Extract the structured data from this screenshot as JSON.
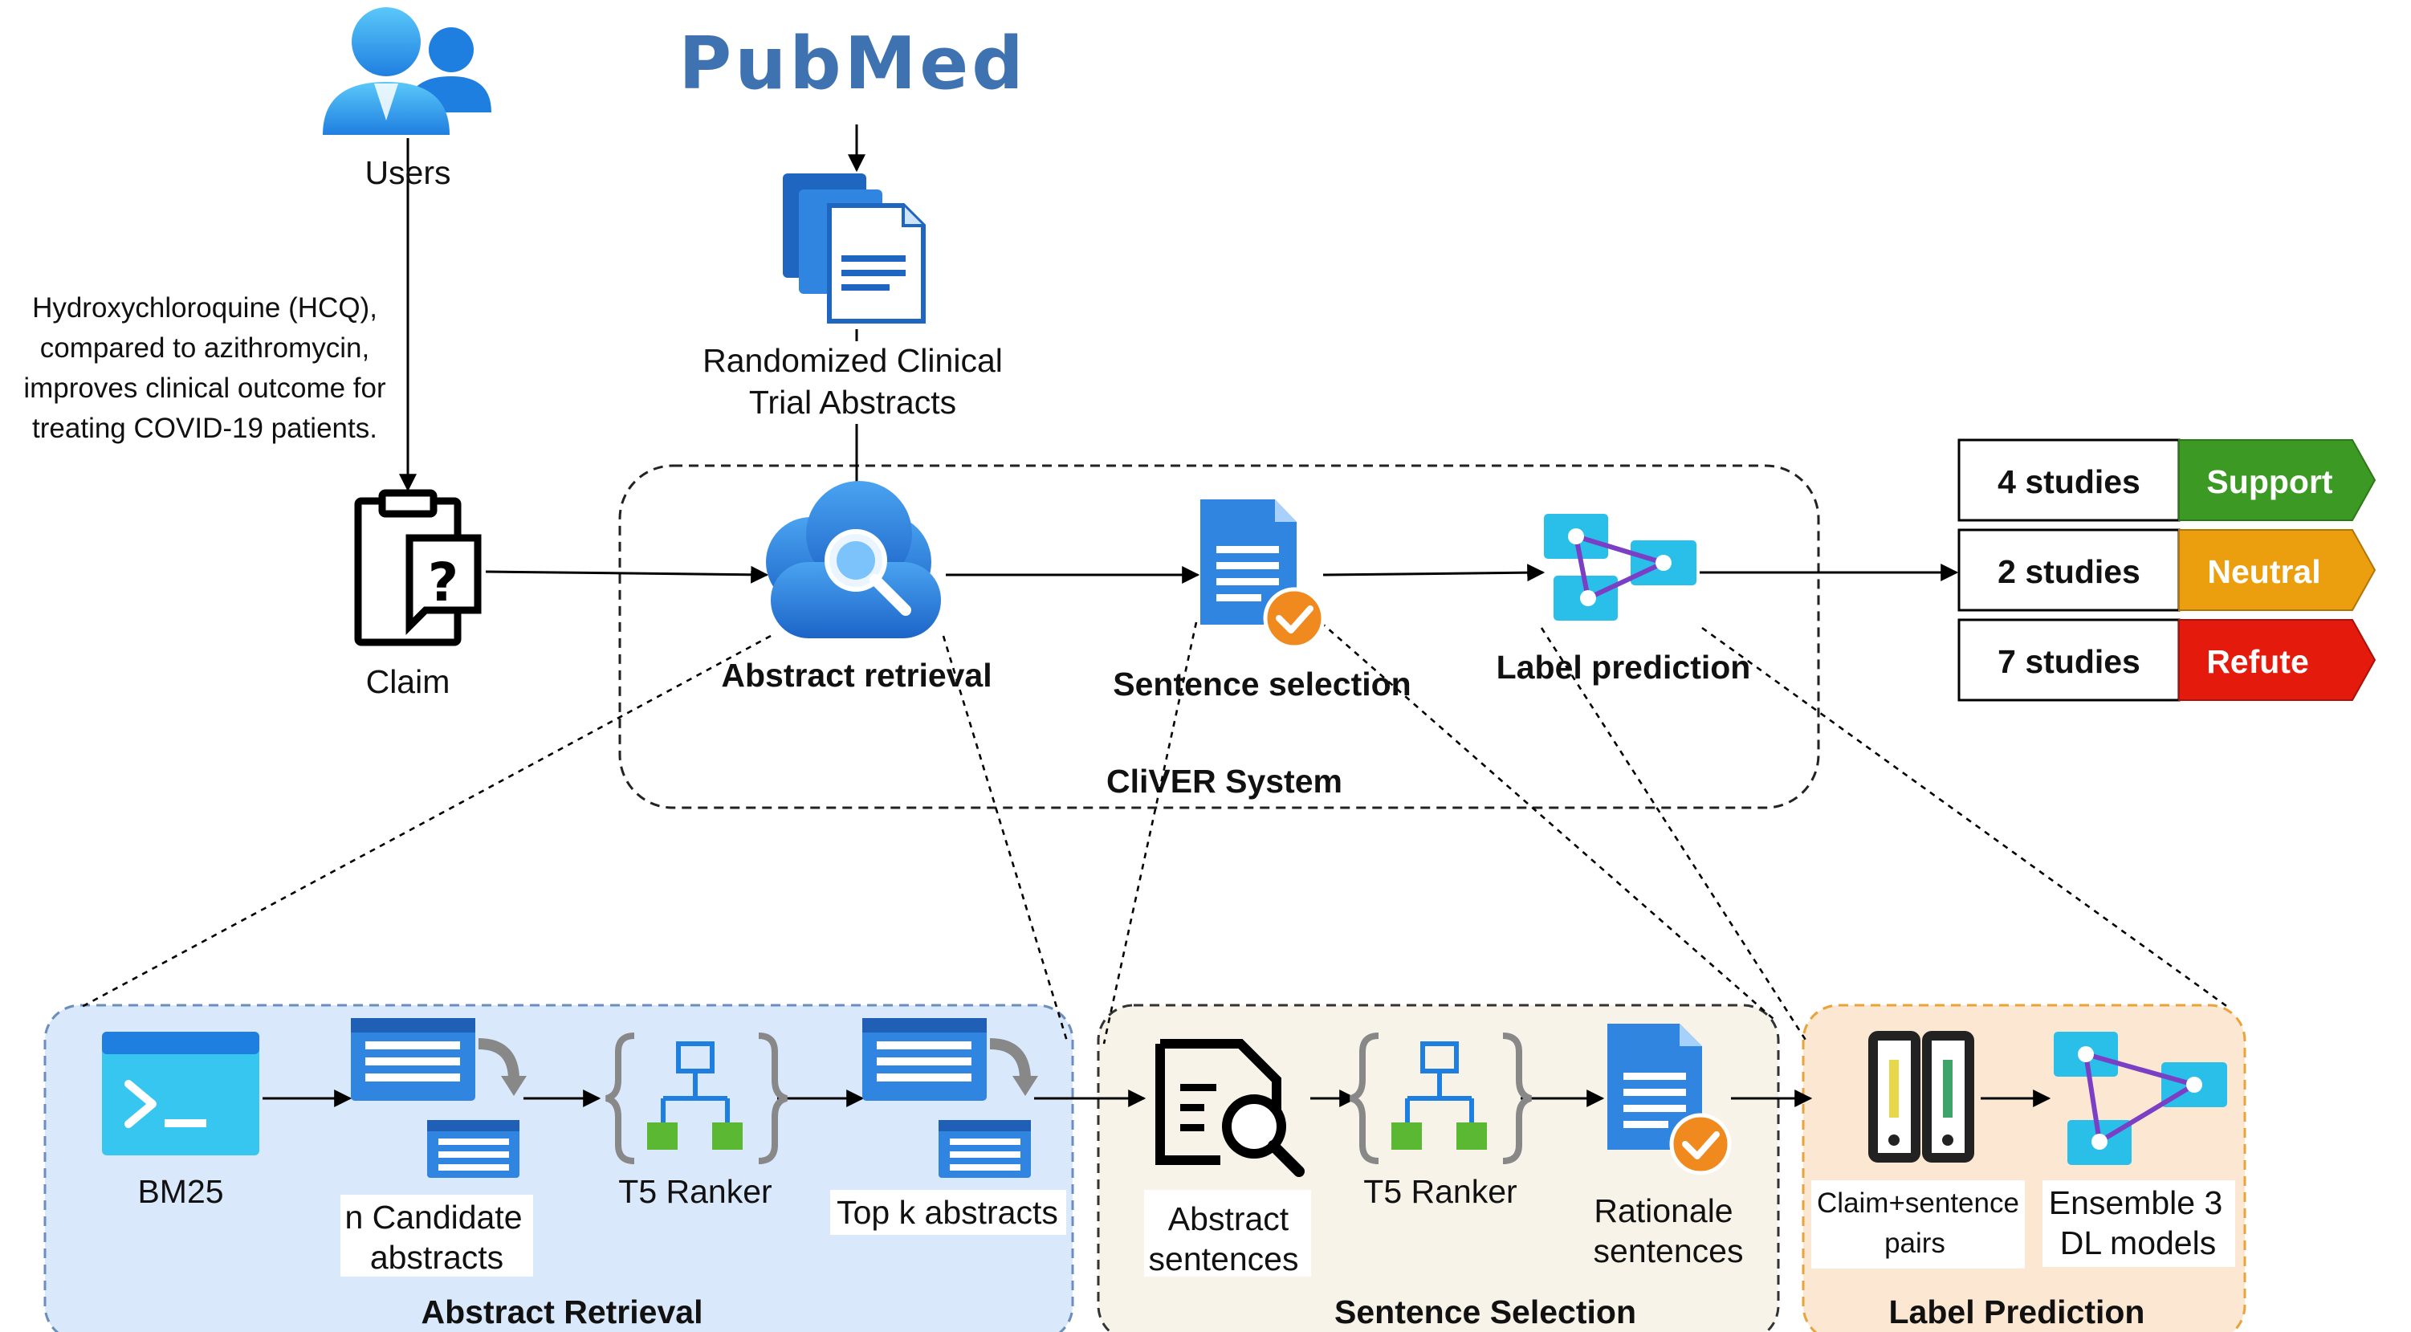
{
  "users": {
    "label": "Users"
  },
  "pubmed": {
    "logo_text": "PubMed"
  },
  "abstracts_source": {
    "line1": "Randomized Clinical",
    "line2": "Trial Abstracts"
  },
  "claim_text": {
    "line1": "Hydroxychloroquine (HCQ),",
    "line2": "compared to azithromycin,",
    "line3": "improves clinical outcome for",
    "line4": "treating COVID-19 patients."
  },
  "claim": {
    "label": "Claim"
  },
  "system": {
    "title": "CliVER System",
    "abstract_retrieval": "Abstract retrieval",
    "sentence_selection": "Sentence selection",
    "label_prediction": "Label prediction"
  },
  "results": [
    {
      "count": "4 studies",
      "label": "Support",
      "color": "#3c9a24"
    },
    {
      "count": "2 studies",
      "label": "Neutral",
      "color": "#eb9f0f"
    },
    {
      "count": "7 studies",
      "label": "Refute",
      "color": "#e31a0c"
    }
  ],
  "abstract_retrieval_panel": {
    "title": "Abstract Retrieval",
    "bm25": "BM25",
    "candidates_line1": "n Candidate",
    "candidates_line2": "abstracts",
    "ranker": "T5 Ranker",
    "topk": "Top k abstracts",
    "bg": "#dae8fc"
  },
  "sentence_selection_panel": {
    "title": "Sentence Selection",
    "abstract_sentences_line1": "Abstract",
    "abstract_sentences_line2": "sentences",
    "ranker": "T5 Ranker",
    "rationale_line1": "Rationale",
    "rationale_line2": "sentences",
    "bg": "#f7f3e9"
  },
  "label_prediction_panel": {
    "title": "Label Prediction",
    "pairs_line1": "Claim+sentence",
    "pairs_line2": "pairs",
    "ensemble_line1": "Ensemble 3",
    "ensemble_line2": "DL models",
    "bg": "#fce7d2"
  },
  "icons": {
    "users": "users-icon",
    "pubmed": "pubmed-logo",
    "documents": "documents-icon",
    "claim": "clipboard-question-icon",
    "search_cloud": "cloud-search-icon",
    "doc_check": "document-check-icon",
    "network": "network-icon",
    "terminal": "terminal-icon",
    "list_copy": "list-copy-icon",
    "ranker": "ranker-icon",
    "doc_search": "document-search-icon",
    "binders": "binders-icon"
  }
}
